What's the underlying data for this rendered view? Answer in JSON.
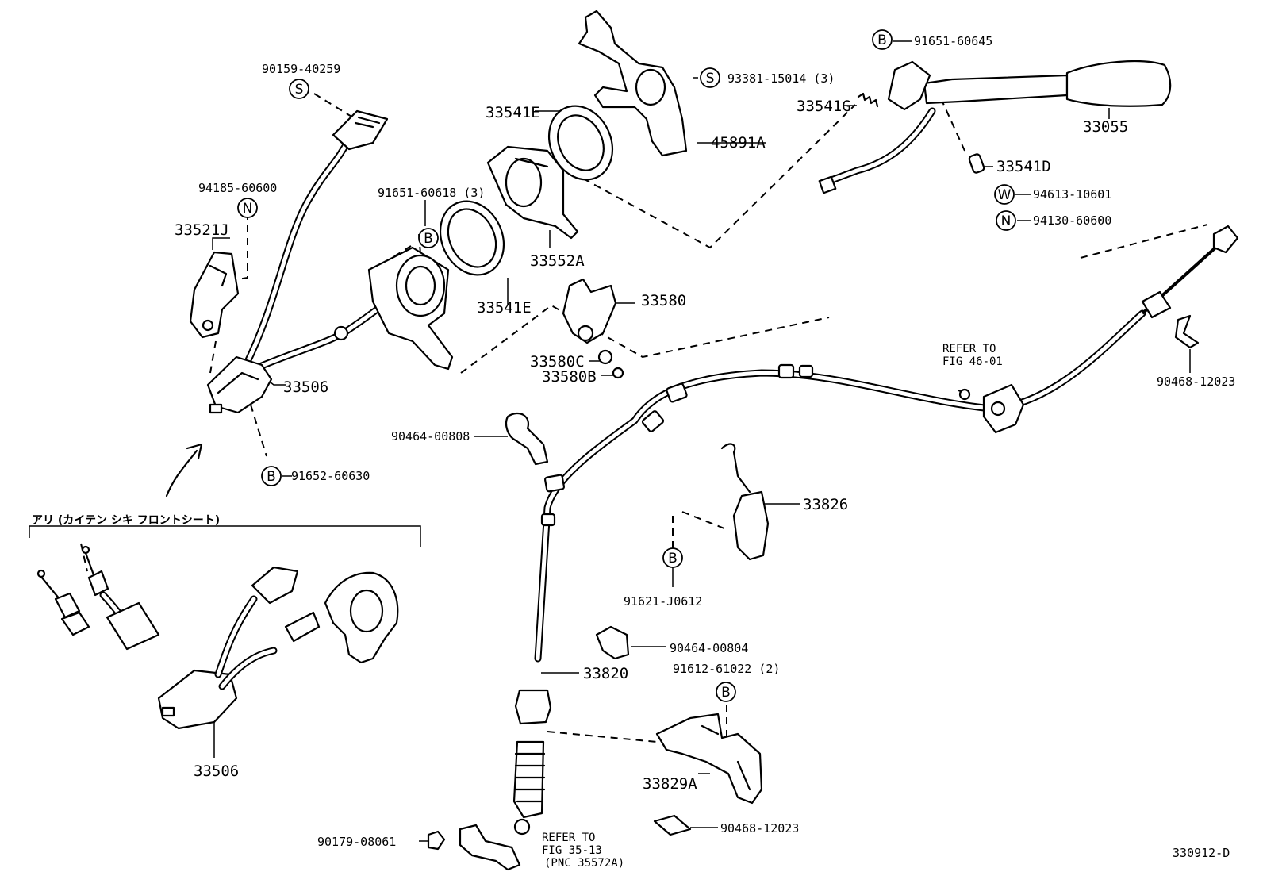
{
  "symbols": {
    "s1": "S",
    "s2": "S",
    "n1": "N",
    "b1": "B",
    "b2": "B",
    "b3": "B",
    "w1": "W",
    "n2": "N",
    "b4": "B",
    "b5": "B"
  },
  "labels": {
    "p90159_40259": "90159-40259",
    "p94185_60600": "94185-60600",
    "p33521J": "33521J",
    "p91651_60618": "91651-60618 (3)",
    "p33541E_top": "33541E",
    "p93381_15014": "93381-15014 (3)",
    "p45891A": "45891A",
    "p33552A": "33552A",
    "p33541E_low": "33541E",
    "p33580": "33580",
    "p33580C": "33580C",
    "p33580B": "33580B",
    "p33506_main": "33506",
    "p91652_60630": "91652-60630",
    "p90464_00808": "90464-00808",
    "p91651_60645": "91651-60645",
    "p33541G": "33541G",
    "p33055": "33055",
    "p33541D": "33541D",
    "p94613_10601": "94613-10601",
    "p94130_60600": "94130-60600",
    "p90468_12023_r": "90468-12023",
    "p33826": "33826",
    "p91621_J0612": "91621-J0612",
    "p90464_00804": "90464-00804",
    "p91612_61022": "91612-61022 (2)",
    "p33820": "33820",
    "p33829A": "33829A",
    "p90468_12023_b": "90468-12023",
    "p90179_08061": "90179-08061",
    "p33506_inset": "33506",
    "diagram_id": "330912-D"
  },
  "refs": {
    "ref_46_line1": "REFER TO",
    "ref_46_line2": "FIG 46-01",
    "ref_35_line1": "REFER TO",
    "ref_35_line2": "FIG 35-13",
    "ref_35_line3": "(PNC 35572A)"
  },
  "inset": {
    "title": "アリ (カイテン シキ フロントシート)"
  }
}
